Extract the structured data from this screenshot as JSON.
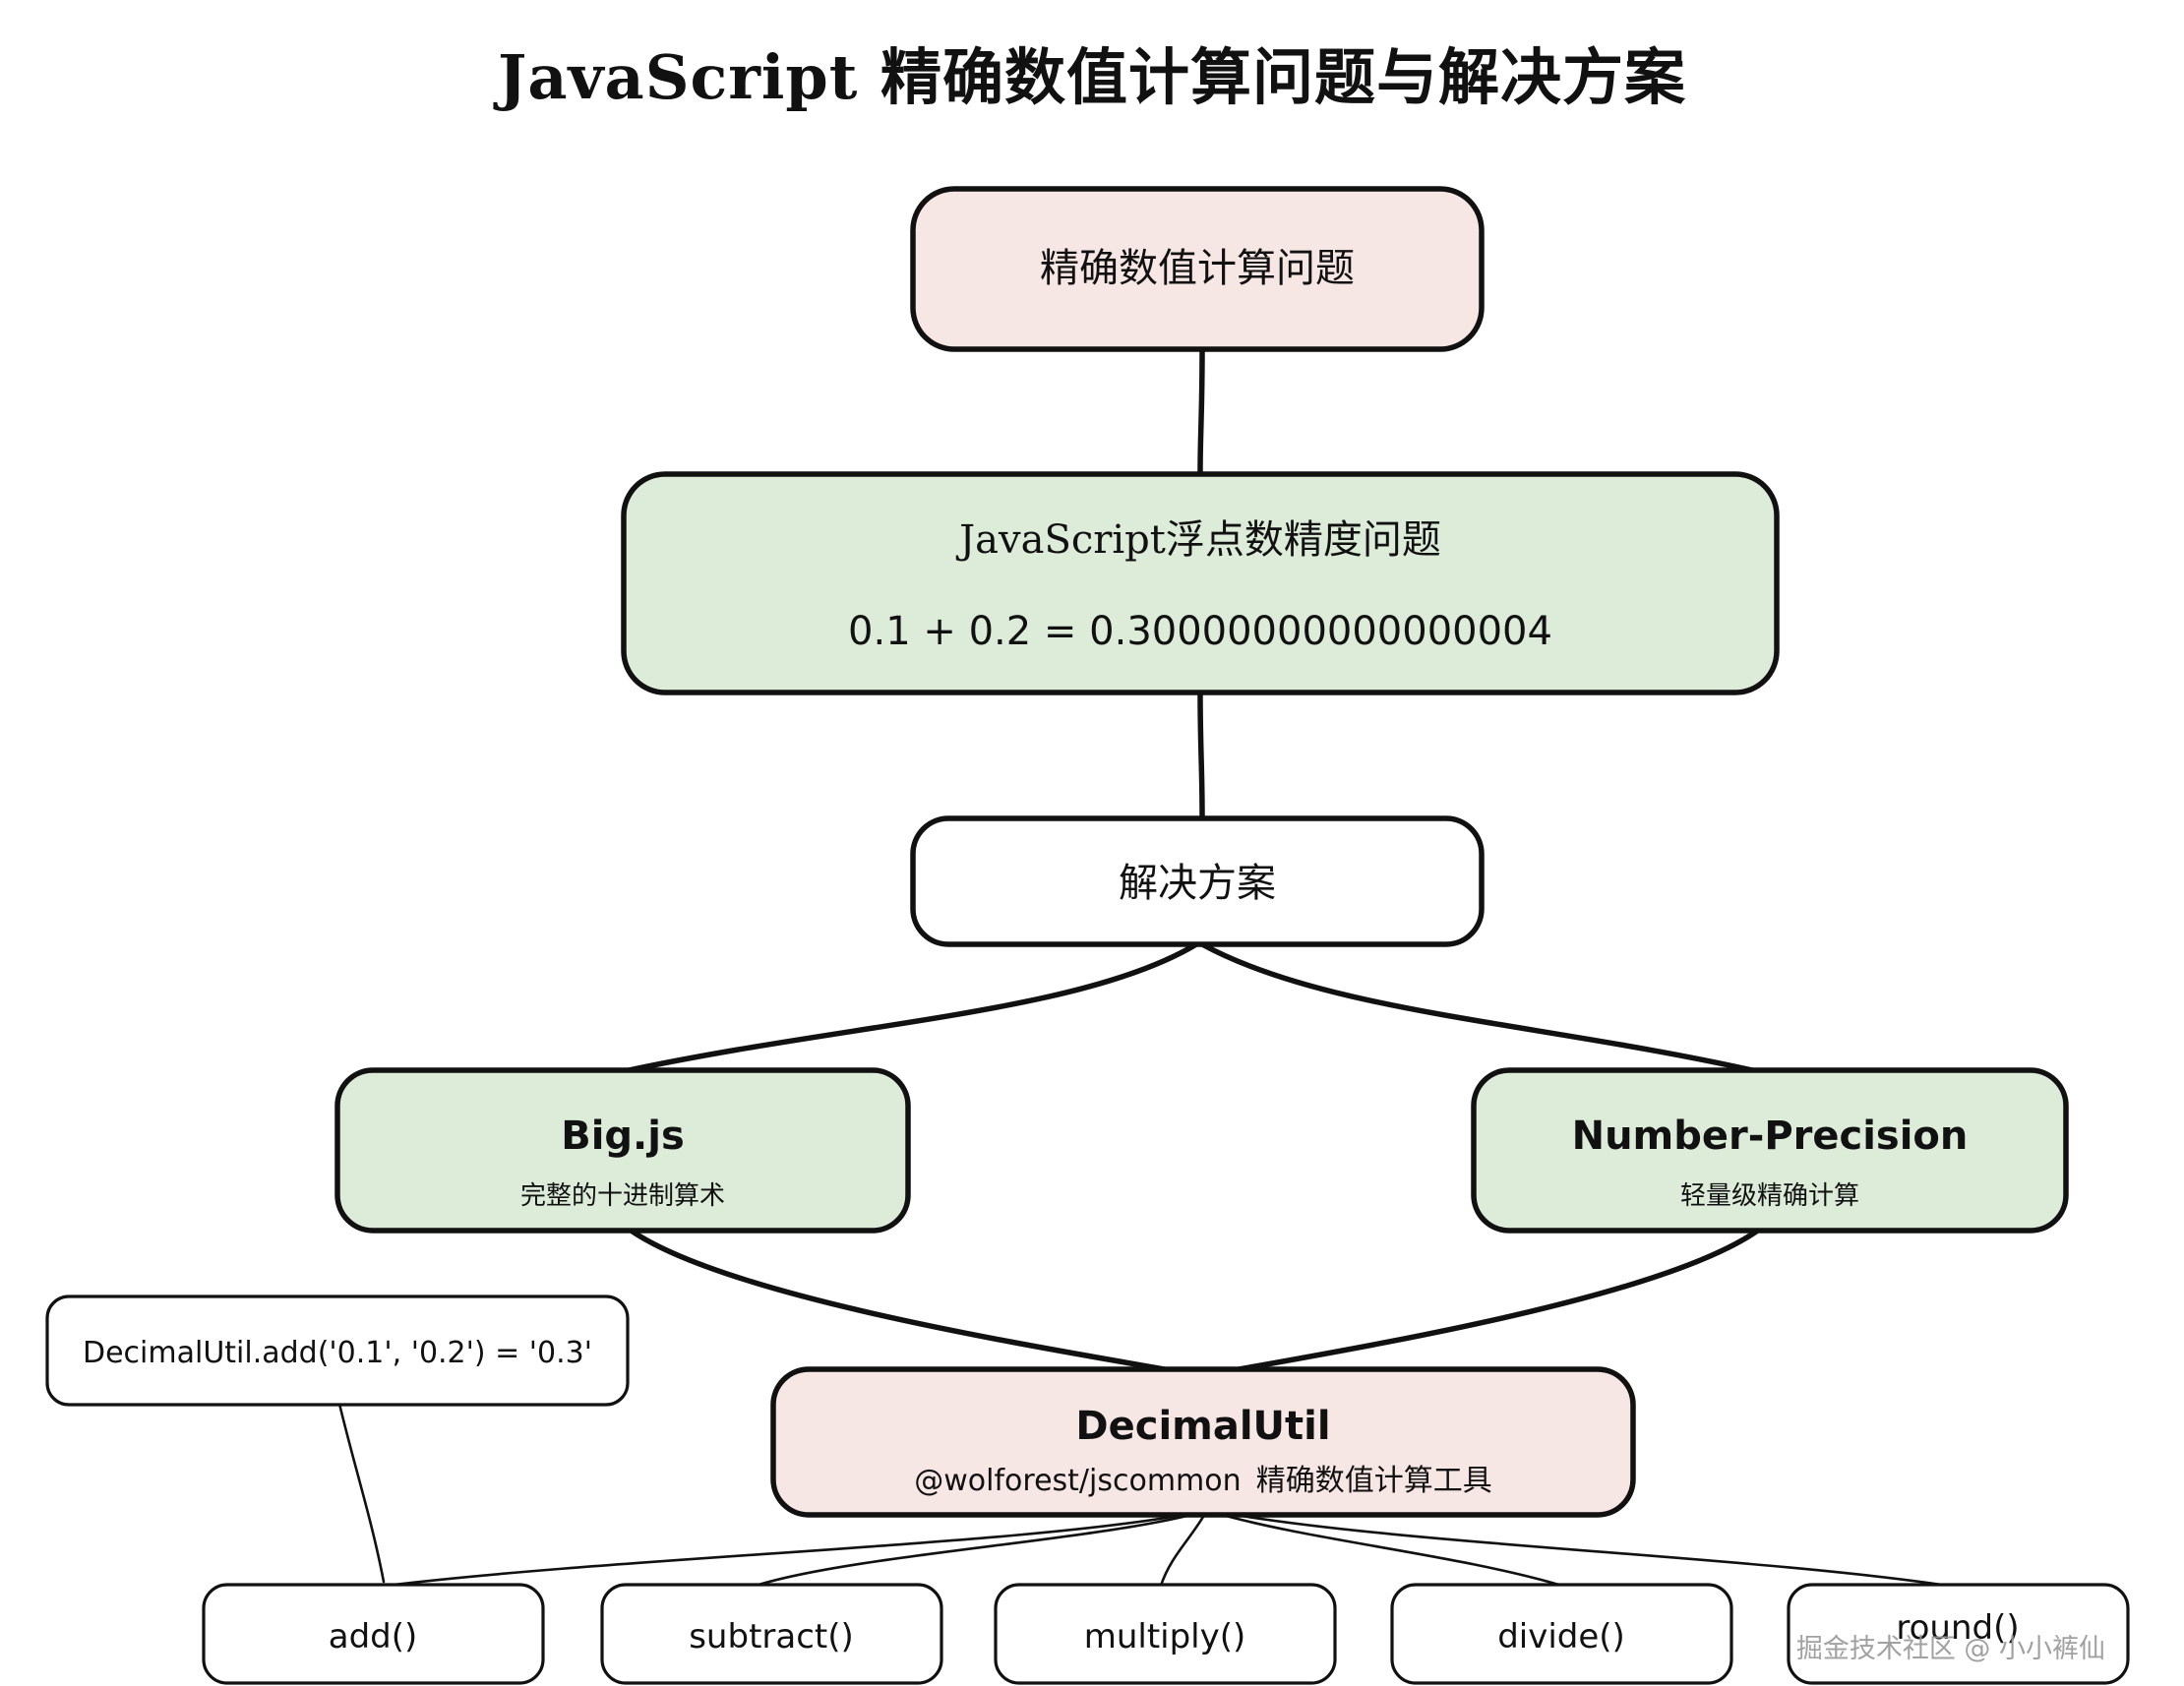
{
  "title": "JavaScript 精确数值计算问题与解决方案",
  "watermark": "掘金技术社区 @ 小小裤仙",
  "colors": {
    "pink": "#f6e7e5",
    "green": "#dcecd9",
    "white": "#ffffff",
    "stroke": "#111111",
    "watermark": "#9a9a9a"
  },
  "nodes": {
    "problem": {
      "label": "精确数值计算问题",
      "fill": "#f6e7e5"
    },
    "float_issue": {
      "label": "JavaScript浮点数精度问题",
      "label_en": "JavaScript",
      "label_cn": "浮点数精度问题",
      "equation": "0.1 + 0.2 = 0.30000000000000004",
      "fill": "#dcecd9"
    },
    "solution": {
      "label": "解决方案",
      "fill": "#ffffff"
    },
    "bigjs": {
      "label": "Big.js",
      "sublabel": "完整的十进制算术",
      "fill": "#dcecd9"
    },
    "number_precision": {
      "label": "Number-Precision",
      "sublabel": "轻量级精确计算",
      "fill": "#dcecd9"
    },
    "decimal_util": {
      "label": "DecimalUtil",
      "sublabel_en": "@wolforest/jscommon",
      "sublabel_cn": "精确数值计算工具",
      "fill": "#f6e7e5"
    },
    "example_note": {
      "label": "DecimalUtil.add('0.1', '0.2') = '0.3'",
      "fill": "#ffffff"
    }
  },
  "methods": [
    {
      "label": "add()"
    },
    {
      "label": "subtract()"
    },
    {
      "label": "multiply()"
    },
    {
      "label": "divide()"
    },
    {
      "label": "round()"
    }
  ]
}
